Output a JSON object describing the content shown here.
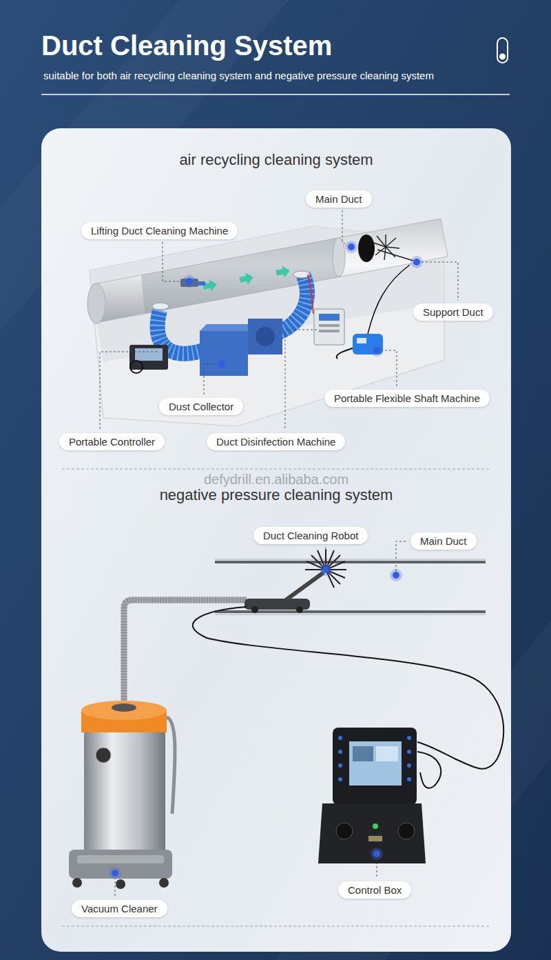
{
  "diagram": {
    "title": "Duct Cleaning System",
    "nodes": [
      {
        "text": [
          "Main Duct"
        ]
      },
      {
        "text": [
          "Lifting Duct Cleaning Machine"
        ]
      },
      {
        "text": [
          "Support Duct"
        ]
      },
      {
        "text": [
          "Portable Flexible Shaft Machine"
        ]
      },
      {
        "text": [
          "Dust Collector"
        ]
      },
      {
        "text": [
          "Portable Controller"
        ]
      },
      {
        "text": [
          "Duct Disinfection Machine"
        ]
      },
      {
        "text": [
          "Duct Cleaning Robot"
        ]
      },
      {
        "text": [
          "Main Duct"
        ]
      },
      {
        "text": [
          "Control Box"
        ]
      },
      {
        "text": [
          "Vacuum Cleaner"
        ]
      }
    ],
    "labels": [
      "suitable for both air recycling cleaning system and negative pressure cleaning system",
      "air recycling cleaning system",
      "defydrill.en.alibaba.com",
      "negative pressure cleaning system"
    ]
  }
}
